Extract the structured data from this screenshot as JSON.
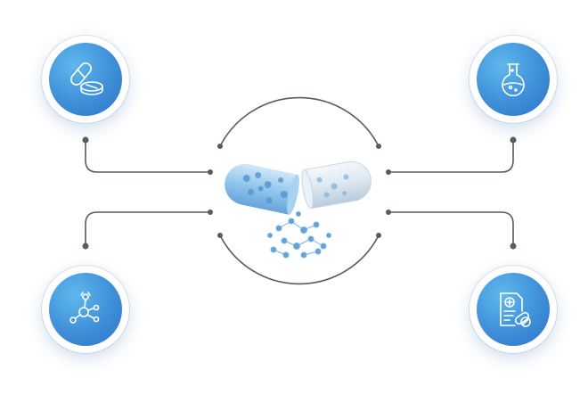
{
  "diagram": {
    "nodes": [
      {
        "id": "pills",
        "icon": "pills-icon"
      },
      {
        "id": "flask",
        "icon": "flask-icon"
      },
      {
        "id": "molecule",
        "icon": "molecule-icon"
      },
      {
        "id": "prescription",
        "icon": "prescription-icon"
      }
    ],
    "center": {
      "icon": "open-capsule-icon"
    },
    "colors": {
      "node_gradient_start": "#5fb8ec",
      "node_gradient_end": "#2f72c8",
      "connector": "#555c66",
      "capsule": "#9cc9ee"
    }
  }
}
